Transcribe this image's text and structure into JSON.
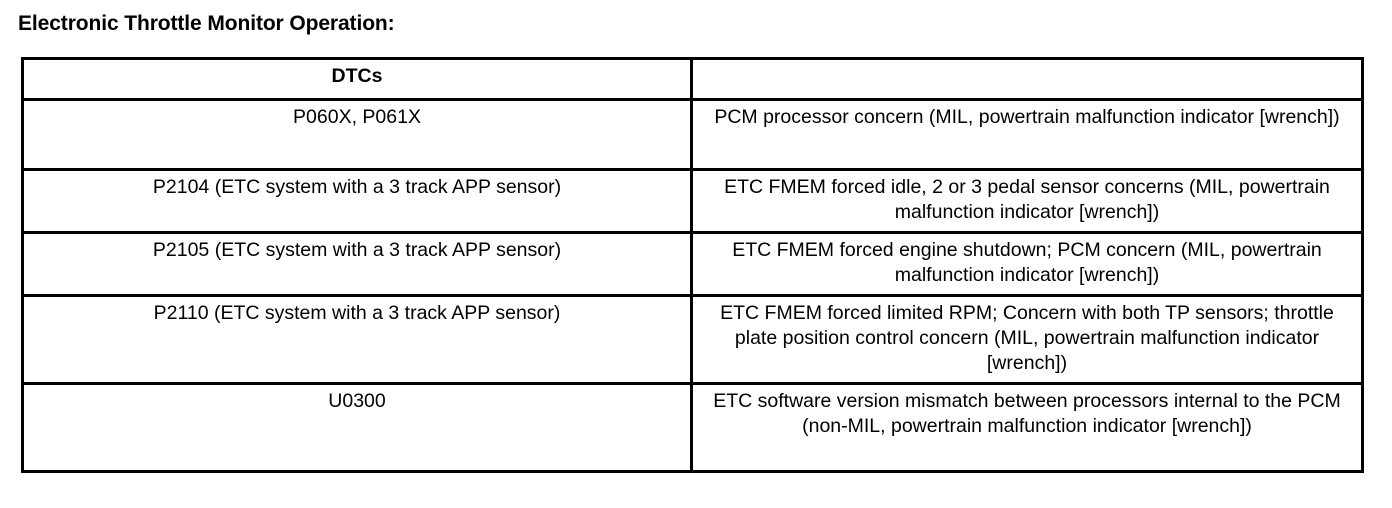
{
  "document": {
    "title": "Electronic Throttle Monitor Operation:"
  },
  "table": {
    "columns": [
      {
        "header": "DTCs"
      },
      {
        "header": ""
      }
    ],
    "rows": [
      {
        "dtc": "P060X, P061X",
        "description": "PCM processor concern (MIL, powertrain malfunction indicator [wrench])"
      },
      {
        "dtc": "P2104 (ETC system with a 3 track APP sensor)",
        "description": "ETC FMEM  forced idle, 2 or 3 pedal sensor concerns (MIL, powertrain malfunction indicator [wrench])"
      },
      {
        "dtc": "P2105 (ETC system with a 3 track APP sensor)",
        "description": "ETC FMEM  forced engine shutdown; PCM concern (MIL, powertrain malfunction indicator [wrench])"
      },
      {
        "dtc": "P2110 (ETC system with a 3 track APP sensor)",
        "description": "ETC FMEM  forced limited RPM; Concern with both TP sensors; throttle plate position control concern (MIL, powertrain malfunction indicator [wrench])"
      },
      {
        "dtc": "U0300",
        "description": "ETC software version mismatch between processors internal to the PCM (non-MIL, powertrain malfunction indicator [wrench])"
      }
    ]
  },
  "colors": {
    "page_background": "#ffffff",
    "text": "#000000",
    "border": "#000000"
  }
}
